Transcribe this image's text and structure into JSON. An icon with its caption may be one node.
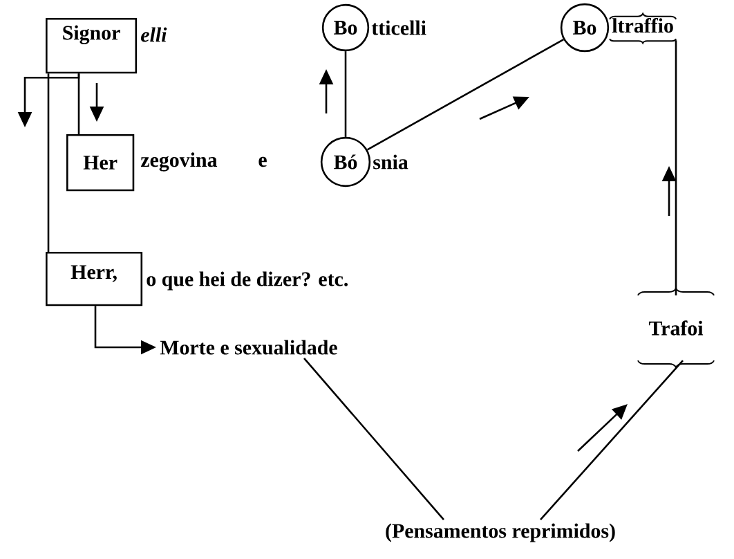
{
  "diagram": {
    "nodes": [
      {
        "text": [
          "Signor"
        ],
        "beside": [
          "elli"
        ]
      },
      {
        "text": [
          "Her"
        ],
        "beside": [
          "zegovina"
        ]
      },
      {
        "text": [
          "Bo"
        ],
        "beside": [
          "tticelli"
        ]
      },
      {
        "text": [
          "Bó"
        ],
        "beside": [
          "snia"
        ]
      },
      {
        "text": [
          "Bo"
        ],
        "beside": [
          "ltraffio"
        ]
      },
      {
        "text": [
          "Herr,"
        ],
        "beside": [
          "o que hei de dizer? etc."
        ]
      },
      {
        "text": [
          "Morte e sexualidade"
        ]
      },
      {
        "text": [
          "Trafoi"
        ]
      },
      {
        "text": [
          "(Pensamentos reprimidos)"
        ]
      }
    ],
    "edges": [
      {
        "from": 0,
        "to": 1,
        "arrow": "none"
      },
      {
        "from": 0,
        "to": 5,
        "arrow": "none"
      },
      {
        "from": 0,
        "to": null,
        "arrow": "to"
      },
      {
        "from": 3,
        "to": 2,
        "arrow": "none"
      },
      {
        "from": 3,
        "to": 4,
        "arrow": "none"
      },
      {
        "from": 7,
        "to": 4,
        "arrow": "none"
      },
      {
        "from": 5,
        "to": 6,
        "arrow": "to"
      },
      {
        "from": 6,
        "to": 8,
        "arrow": "none"
      },
      {
        "from": 8,
        "to": 7,
        "arrow": "none"
      }
    ],
    "labels": [
      "e"
    ]
  }
}
